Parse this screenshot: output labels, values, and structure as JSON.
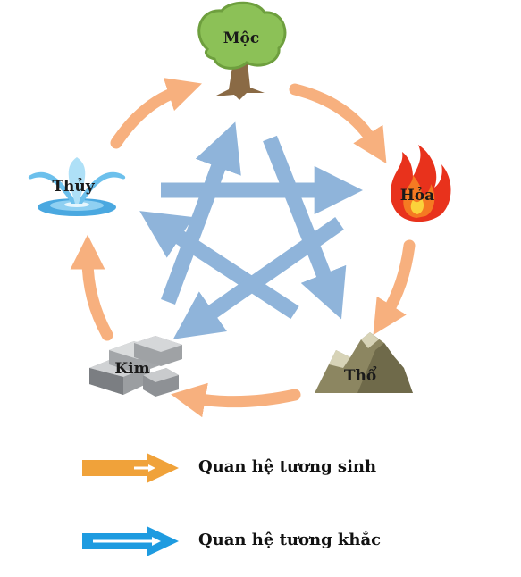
{
  "elements": {
    "moc": "Mộc",
    "hoa": "Hỏa",
    "tho": "Thổ",
    "kim": "Kim",
    "thuy": "Thủy"
  },
  "legend": {
    "sinh": "Quan hệ tương sinh",
    "khac": "Quan hệ tương khắc"
  },
  "colors": {
    "sinh_arrow": "#f7b07e",
    "khac_arrow": "#8fb4da",
    "legend_sinh": "#f0a23a",
    "legend_khac": "#1e9be0"
  }
}
